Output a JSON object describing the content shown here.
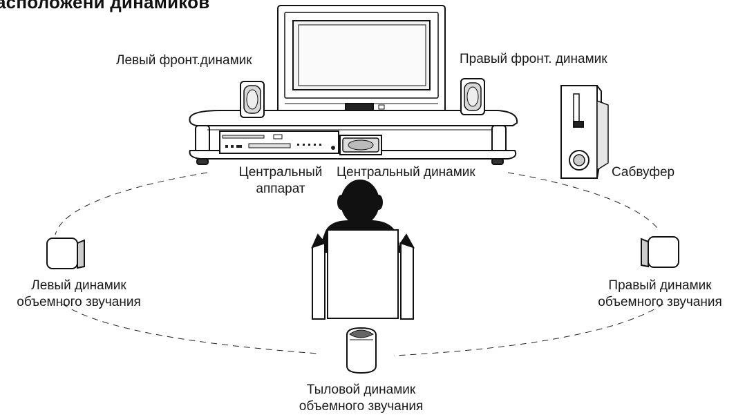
{
  "title": "асположени динамиков",
  "labels": {
    "front_left": "Левый фронт.динамик",
    "front_right": "Правый фронт. динамик",
    "center_unit_line1": "Центральный",
    "center_unit_line2": "аппарат",
    "center_speaker": "Центральный динамик",
    "subwoofer": "Сабвуфер",
    "surround_left_line1": "Левый  динамик",
    "surround_left_line2": "объемного звучания",
    "surround_right_line1": "Правый  динамик",
    "surround_right_line2": "объемного звучания",
    "surround_back_line1": "Тыловой динамик",
    "surround_back_line2": "объемного звучания"
  },
  "icons": {
    "tv": "tv-icon",
    "stand": "tv-stand-icon",
    "player": "dvd-player-icon",
    "speaker": "speaker-icon",
    "subwoofer": "subwoofer-icon",
    "listener": "listener-in-chair-icon"
  }
}
